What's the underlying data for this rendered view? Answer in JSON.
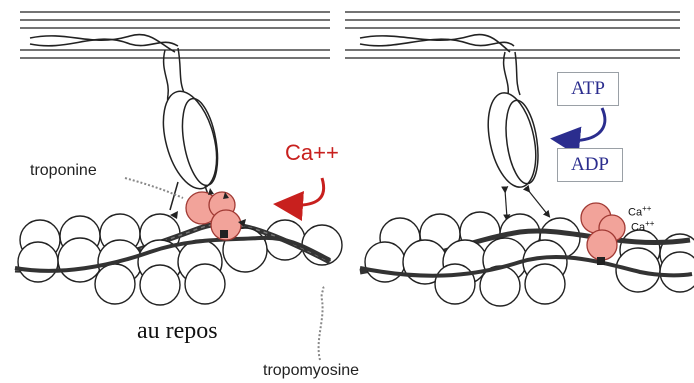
{
  "labels": {
    "troponine": "troponine",
    "calcium_left": "Ca++",
    "at_rest": "au repos",
    "tropomyosine": "tropomyosine",
    "atp": "ATP",
    "adp": "ADP",
    "calcium_right_1": "Ca",
    "calcium_right_1_sup": "++",
    "calcium_right_2": "Ca",
    "calcium_right_2_sup": "++"
  },
  "colors": {
    "calcium_red": "#c8201e",
    "troponin_fill": "#f2a39a",
    "atp_blue": "#2b2d8e",
    "outline": "#222222"
  }
}
